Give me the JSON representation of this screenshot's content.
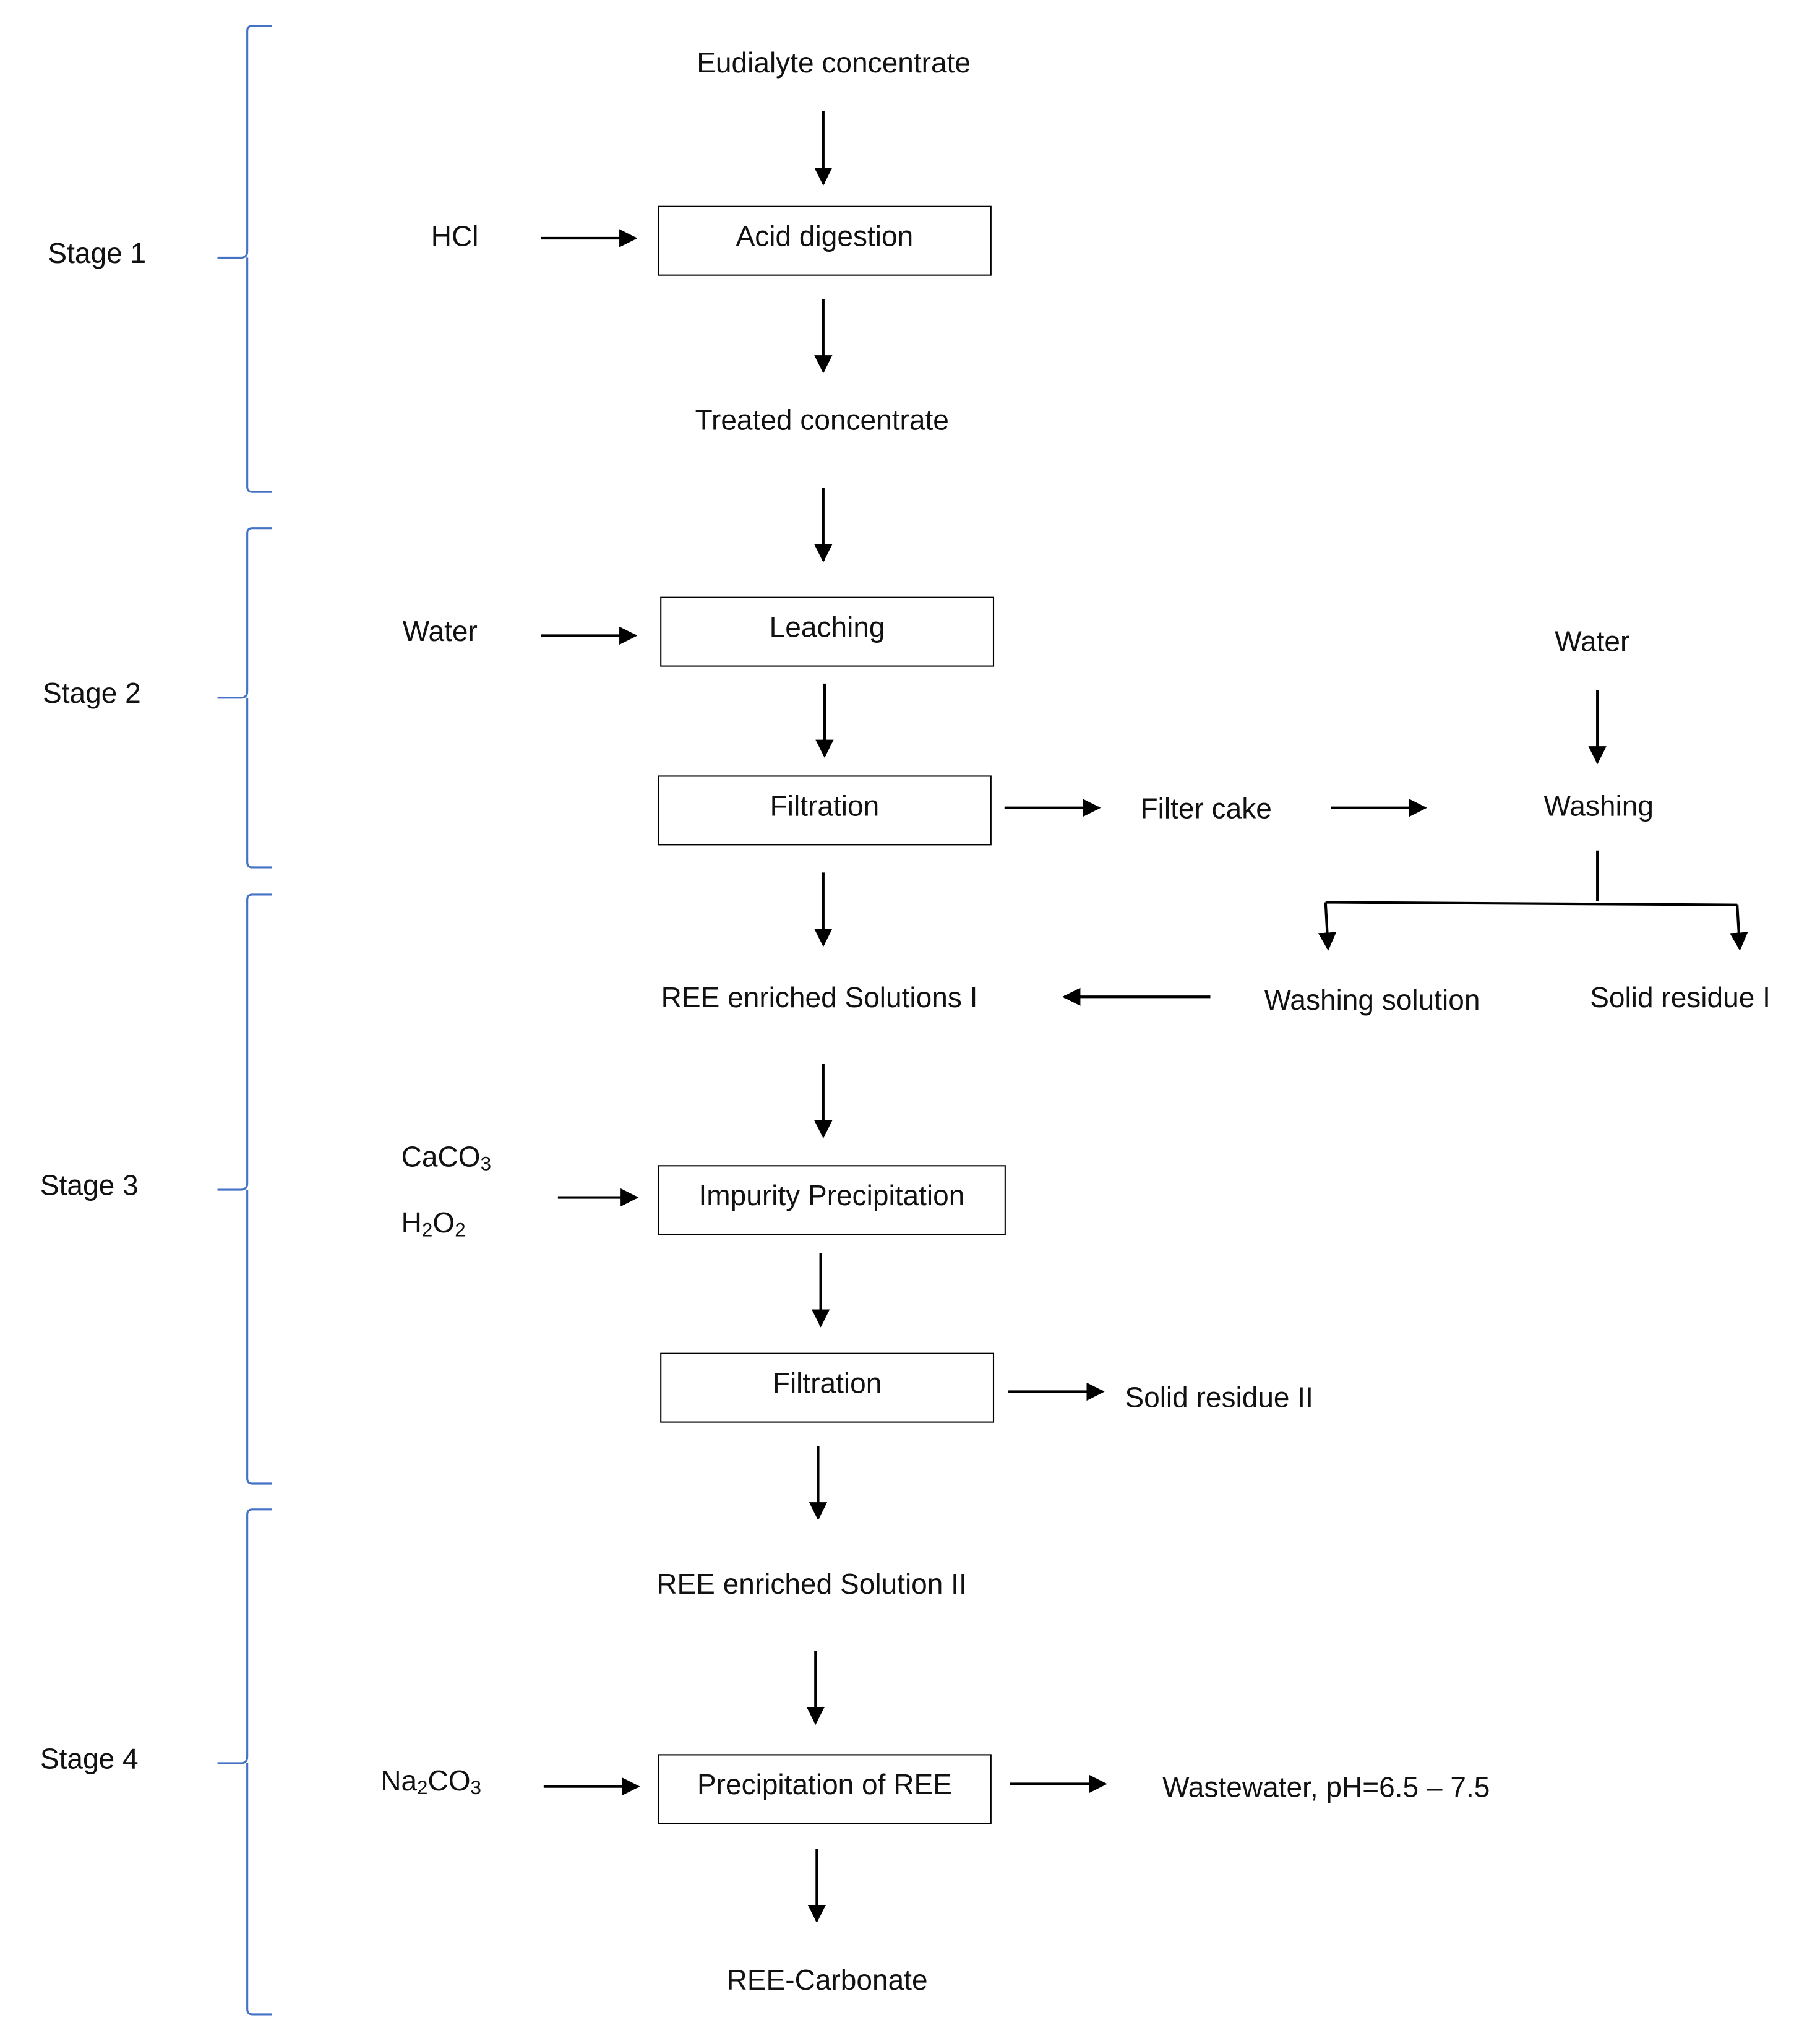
{
  "stages": [
    "Stage 1",
    "Stage 2",
    "Stage 3",
    "Stage 4"
  ],
  "main_flow": {
    "input": "Eudialyte concentrate",
    "acid_digestion": "Acid digestion",
    "treated": "Treated concentrate",
    "leaching": "Leaching",
    "filtration_1": "Filtration",
    "ree_solution_1": "REE enriched Solutions I",
    "impurity_precipitation": "Impurity Precipitation",
    "filtration_2": "Filtration",
    "ree_solution_2": "REE enriched Solution II",
    "precipitation_ree": "Precipitation of REE",
    "product": "REE-Carbonate"
  },
  "reagents": {
    "hcl": "HCl",
    "water_leach": "Water",
    "caco3": {
      "base": "CaCO",
      "sub": "3"
    },
    "h2o2": {
      "a": "H",
      "a_sub": "2",
      "b": "O",
      "b_sub": "2"
    },
    "na2co3": {
      "a": "Na",
      "a_sub": "2",
      "b": "CO",
      "b_sub": "3"
    }
  },
  "side_flow": {
    "filter_cake": "Filter cake",
    "water_wash": "Water",
    "washing": "Washing",
    "washing_solution": "Washing solution",
    "solid_residue_1": "Solid residue I",
    "solid_residue_2": "Solid residue II",
    "wastewater": "Wastewater, pH=6.5 – 7.5"
  },
  "colors": {
    "bracket": "#4472C4",
    "line": "#000000"
  }
}
